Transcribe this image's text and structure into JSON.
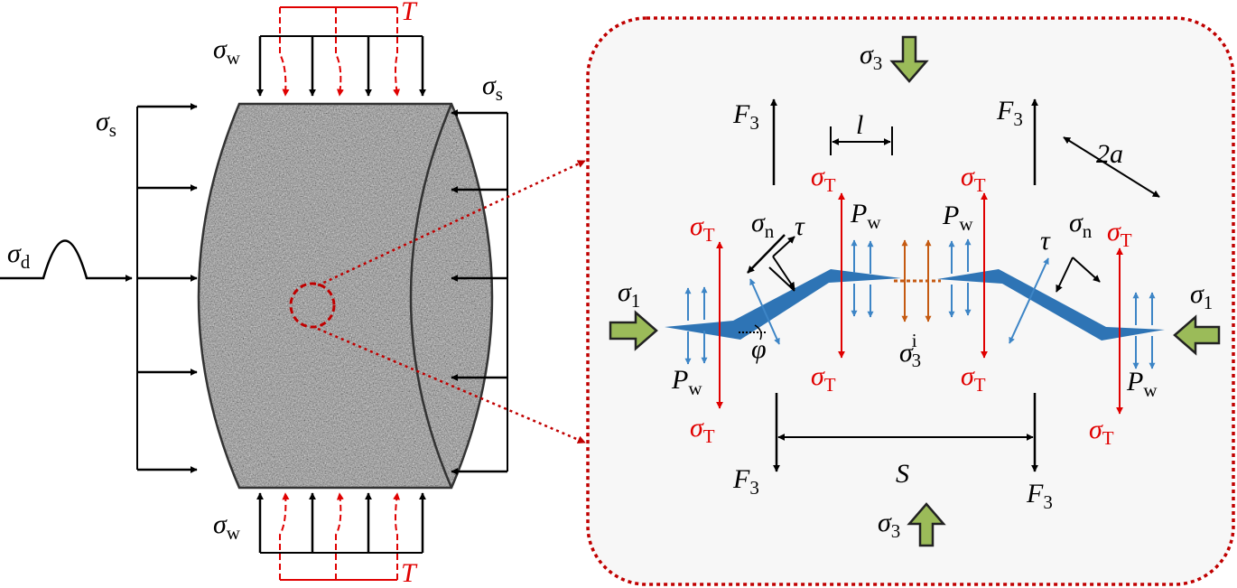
{
  "left_specimen": {
    "sigma_d": {
      "base": "σ",
      "sub": "d"
    },
    "sigma_s": {
      "base": "σ",
      "sub": "s"
    },
    "sigma_w": {
      "base": "σ",
      "sub": "w"
    },
    "T": "T"
  },
  "detail_panel": {
    "sigma_3": {
      "base": "σ",
      "sub": "3"
    },
    "sigma_1": {
      "base": "σ",
      "sub": "1"
    },
    "F3": {
      "base": "F",
      "sub": "3"
    },
    "sigma_T": {
      "base": "σ",
      "sub": "T"
    },
    "P_w": {
      "base": "P",
      "sub": "w"
    },
    "sigma_n": {
      "base": "σ",
      "sub": "n"
    },
    "tau": "τ",
    "phi": "φ",
    "l": "l",
    "two_a": "2a",
    "S": "S",
    "sigma_3_i": {
      "base": "σ",
      "sub": "3",
      "sup": "i"
    }
  },
  "colors": {
    "red_arrows": "#e00000",
    "dotted_frame": "#c00000",
    "crack_blue": "#2e74b5",
    "pressure_blue": "#3d85c6",
    "bridge_orange": "#c55a11",
    "green_arrow_fill": "#9bbb59",
    "panel_bg": "#f7f7f7",
    "specimen_grey": "#8c8c8c"
  }
}
